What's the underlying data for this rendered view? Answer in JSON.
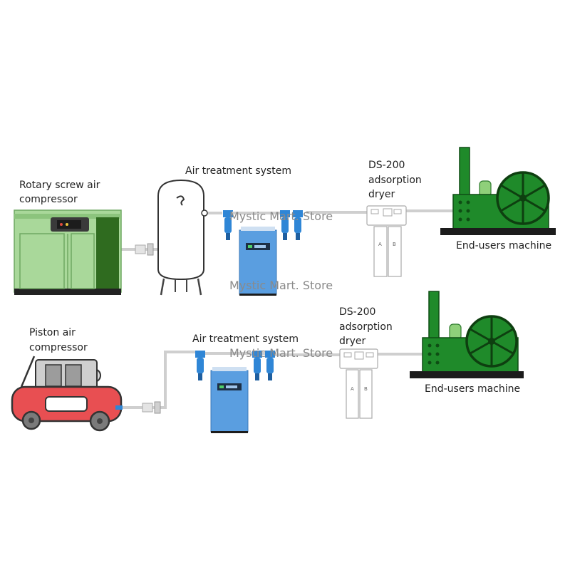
{
  "row1": {
    "compressor_label": [
      "Rotary screw air",
      "compressor"
    ],
    "treatment_label": "Air treatment system",
    "dryer_label": [
      "DS-200",
      "adsorption",
      "dryer"
    ],
    "machine_label": "End-users machine",
    "dryer_columns": [
      "A",
      "B"
    ]
  },
  "row2": {
    "compressor_label": [
      "Piston air",
      "compressor"
    ],
    "treatment_label": "Air treatment system",
    "dryer_label": [
      "DS-200",
      "adsorption",
      "dryer"
    ],
    "machine_label": "End-users machine",
    "dryer_columns": [
      "A",
      "B"
    ]
  },
  "watermarks": [
    "Mystic Mart. Store",
    "Mystic Mart. Store",
    "Mystic Mart. Store"
  ],
  "colors": {
    "compressor_green": "#a9d89a",
    "machine_green": "#1f8a2a",
    "filter_blue": "#2f86d6",
    "dryer_blue": "#5a9ee0",
    "piston_red": "#e84f52",
    "pipe": "#cfcfcf"
  }
}
